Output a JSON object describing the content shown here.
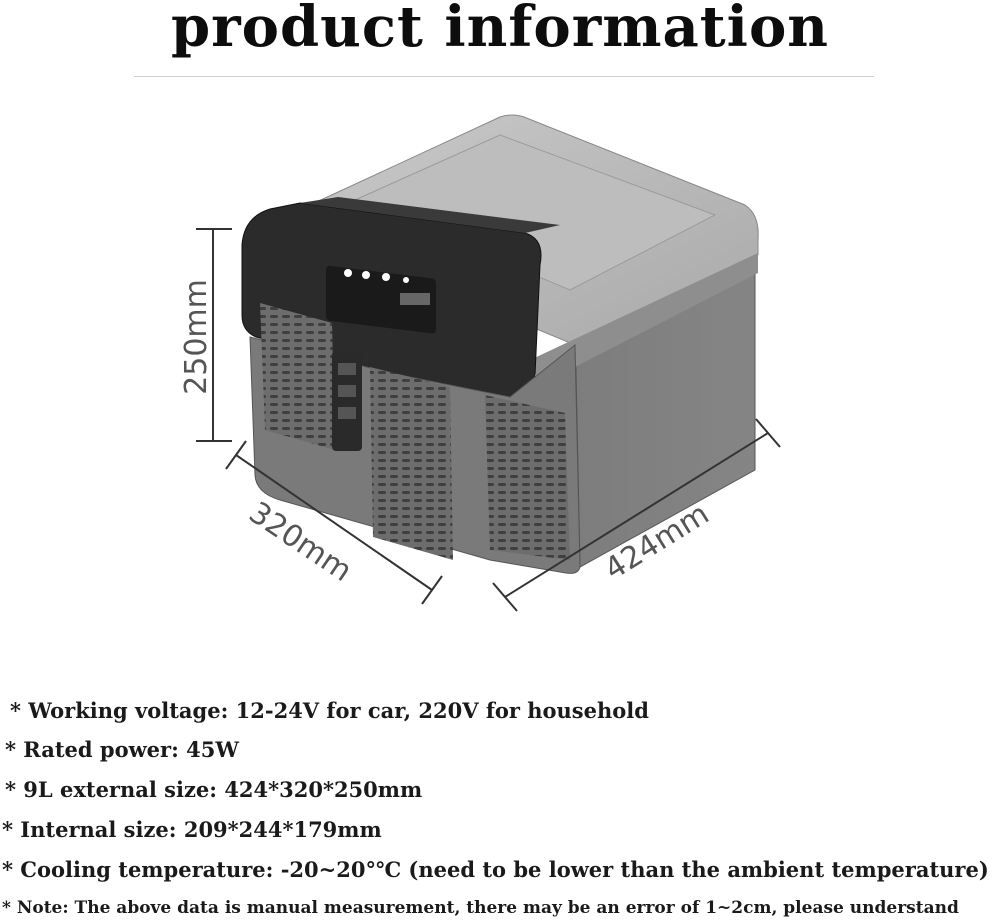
{
  "header": {
    "title": "product information"
  },
  "dimensions": {
    "height": "250mm",
    "depth": "320mm",
    "width": "424mm"
  },
  "specs": [
    {
      "label": "Working voltage:",
      "value": "12-24V for car, 220V for household"
    },
    {
      "label": "Rated power:",
      "value": "45W"
    },
    {
      "label": "9L external size:",
      "value": "424*320*250mm"
    },
    {
      "label": "Internal size:",
      "value": "209*244*179mm"
    },
    {
      "label": "Cooling temperature:",
      "value": "-20~20°℃ (need to be lower than the ambient temperature)"
    }
  ],
  "note": "Note: The above data is manual measurement, there may be an error of 1~2cm, please understand",
  "bullet": "*"
}
